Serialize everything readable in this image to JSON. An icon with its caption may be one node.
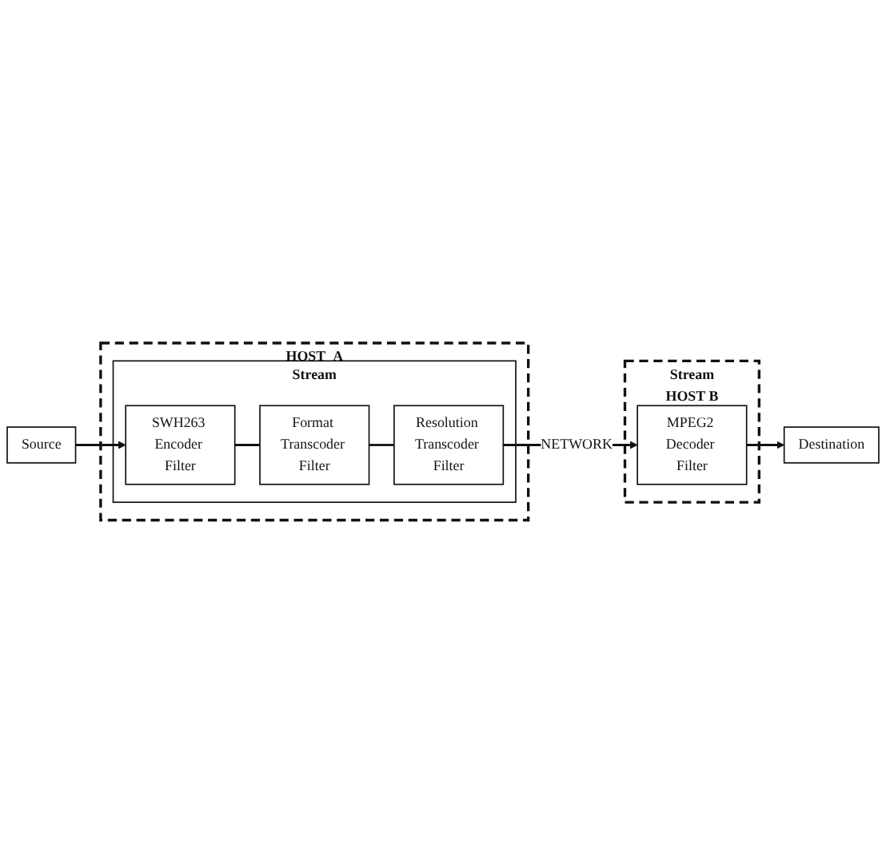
{
  "diagram": {
    "nodes": [
      {
        "text": [
          "Source"
        ]
      },
      {
        "text": [
          "HOST_A"
        ]
      },
      {
        "text": [
          "Stream"
        ],
        "in": 1
      },
      {
        "text": [
          "SWH263 Encoder Filter"
        ],
        "in": 2
      },
      {
        "text": [
          "Format Transcoder Filter"
        ],
        "in": 2
      },
      {
        "text": [
          "Resolution Transcoder Filter"
        ],
        "in": 2
      },
      {
        "text": [
          "Stream",
          "HOST B"
        ]
      },
      {
        "text": [
          "MPEG2 Decoder Filter"
        ],
        "in": 6
      },
      {
        "text": [
          "Destination"
        ]
      }
    ],
    "edges": [
      {
        "from": 0,
        "to": 3,
        "arrow": "to"
      },
      {
        "from": 3,
        "to": 4,
        "arrow": "none"
      },
      {
        "from": 4,
        "to": 5,
        "arrow": "none"
      },
      {
        "from": 5,
        "to": 7,
        "arrow": "to",
        "label": "NETWORK"
      },
      {
        "from": 7,
        "to": 8,
        "arrow": "to"
      }
    ]
  }
}
